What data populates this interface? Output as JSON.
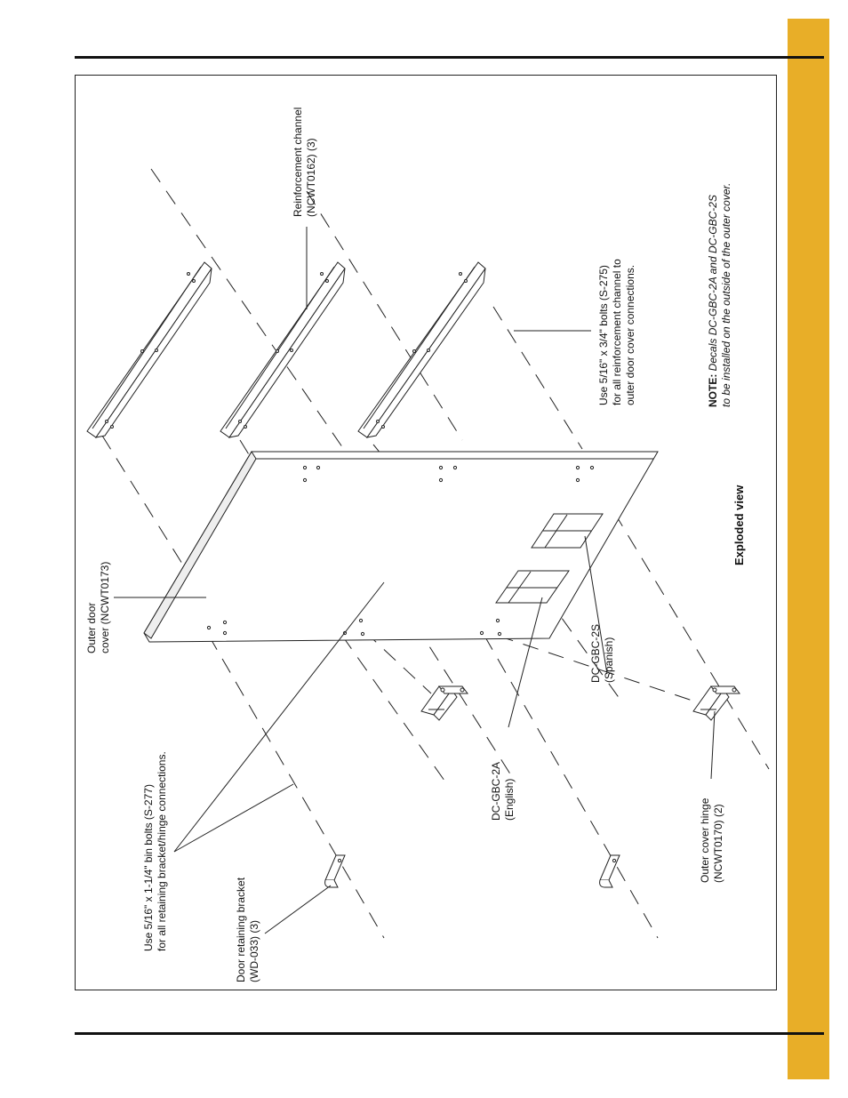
{
  "colors": {
    "accent": "#E8AE28",
    "line": "#222222"
  },
  "labels": {
    "outer_door": [
      "Outer door",
      "cover (NCWT0173)"
    ],
    "reinforcement": [
      "Reinforcement channel",
      "(NCWT0162) (3)"
    ],
    "bolts_s275": [
      "Use 5/16\" x 3/4\" bolts (S-275)",
      "for all reinforcement channel to",
      "outer door cover connections."
    ],
    "bolts_s277": [
      "Use 5/16\" x 1-1/4\" bin bolts (S-277)",
      "for all retaining bracket/hinge connections."
    ],
    "retaining_bracket": [
      "Door retaining bracket",
      "(WD-033) (3)"
    ],
    "dc_english": [
      "DC-GBC-2A",
      "(English)"
    ],
    "dc_spanish": [
      "DC-GBC-2S",
      "(Spanish)"
    ],
    "hinge": [
      "Outer cover hinge",
      "(NCWT0170) (2)"
    ],
    "exploded_view": "Exploded view",
    "note_label": "NOTE:",
    "note_line1": "Decals DC-GBC-2A and DC-GBC-2S",
    "note_line2": "to be installed on the outside of the outer cover."
  }
}
